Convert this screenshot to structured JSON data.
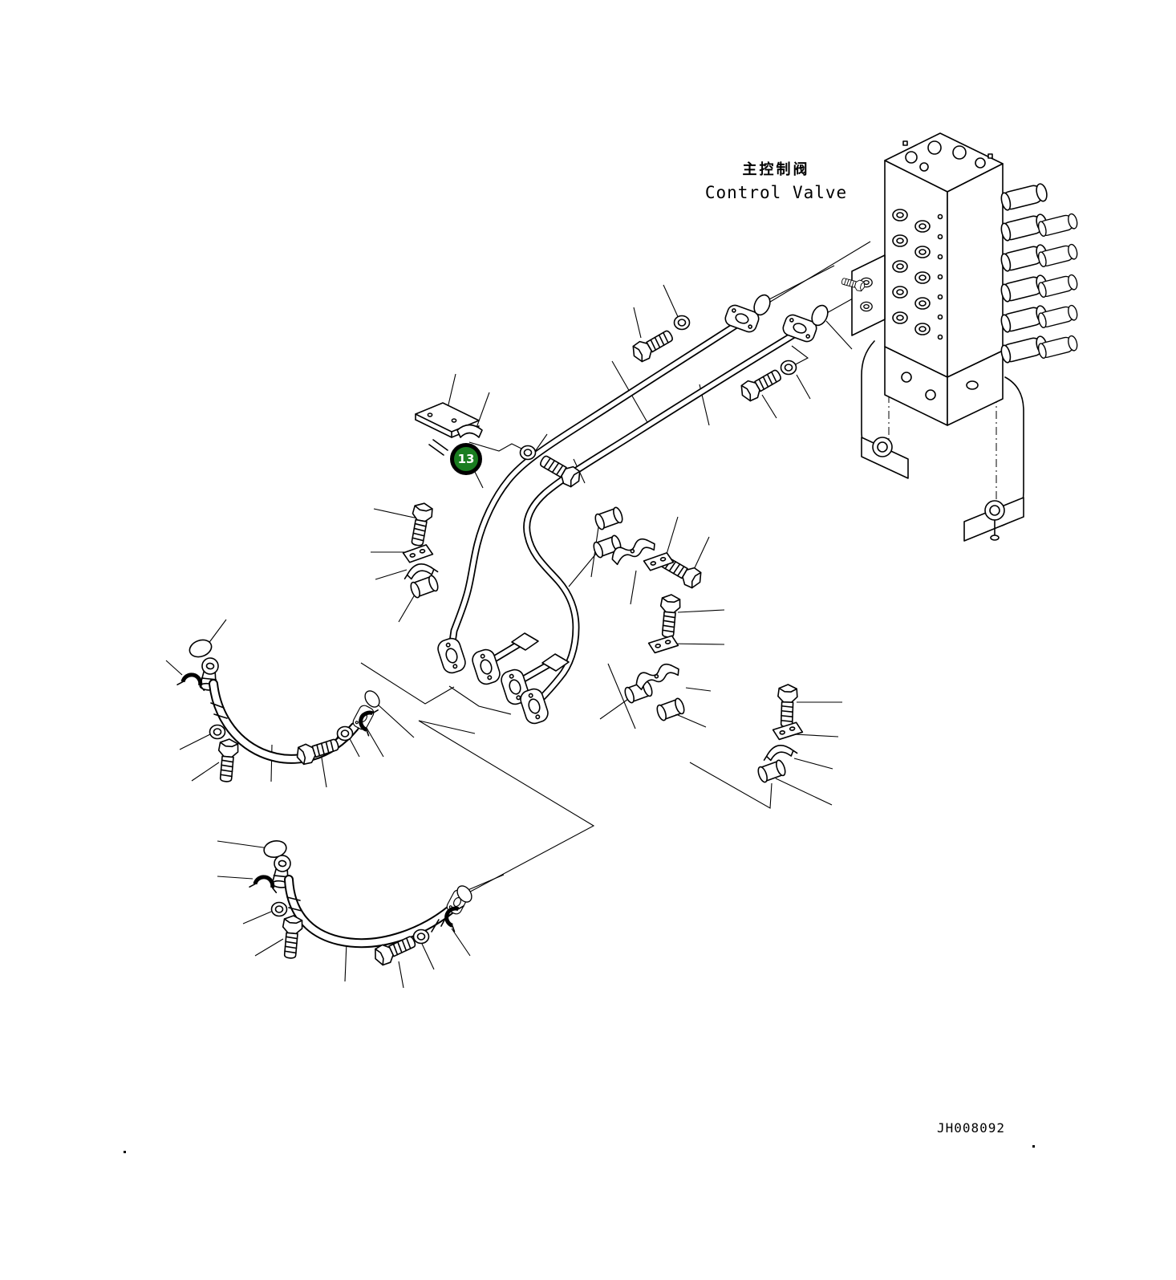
{
  "diagram": {
    "label_cn": "主控制阀",
    "label_en": "Control Valve",
    "drawing_number": "JH008092"
  },
  "callout": {
    "number": "13",
    "fill": "#1a7d20",
    "border_color": "#000000",
    "text_color": "#ffffff"
  },
  "colors": {
    "line": "#000000",
    "background": "#ffffff"
  }
}
